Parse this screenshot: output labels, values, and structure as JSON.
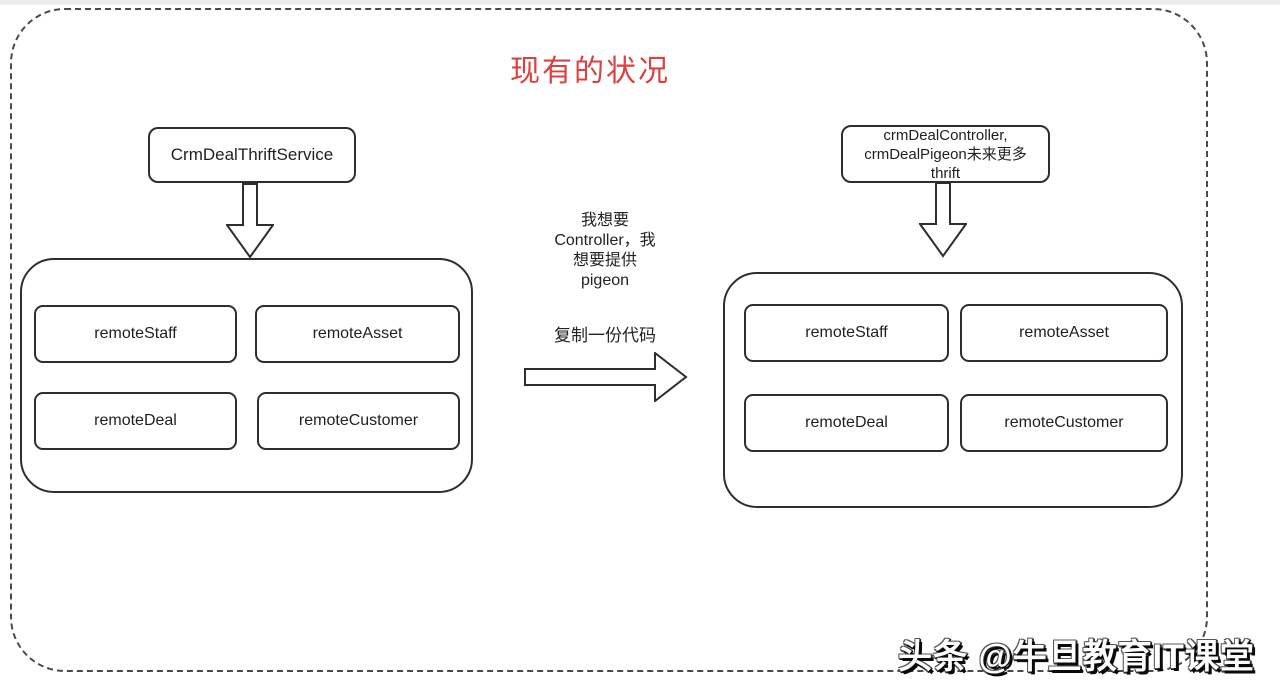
{
  "title": "现有的状况",
  "left_group": {
    "service_label": "CrmDealThriftService",
    "modules": [
      "remoteStaff",
      "remoteAsset",
      "remoteDeal",
      "remoteCustomer"
    ]
  },
  "right_group": {
    "service_lines": [
      "crmDealController,",
      "crmDealPigeon未来更多",
      "thrift"
    ],
    "modules": [
      "remoteStaff",
      "remoteAsset",
      "remoteDeal",
      "remoteCustomer"
    ]
  },
  "middle": {
    "note_lines": [
      "我想要",
      "Controller，我",
      "想要提供",
      "pigeon"
    ],
    "arrow_label": "复制一份代码"
  },
  "watermark": "头条 @牛旦教育IT课堂",
  "icons": {
    "left_flow": "down-arrow-icon",
    "right_flow": "down-arrow-icon",
    "copy_flow": "right-arrow-icon"
  },
  "colors": {
    "title_red": "#dc4141",
    "line": "#2e2e2e",
    "dashed_border": "#4a4a4a",
    "background": "#ffffff"
  }
}
